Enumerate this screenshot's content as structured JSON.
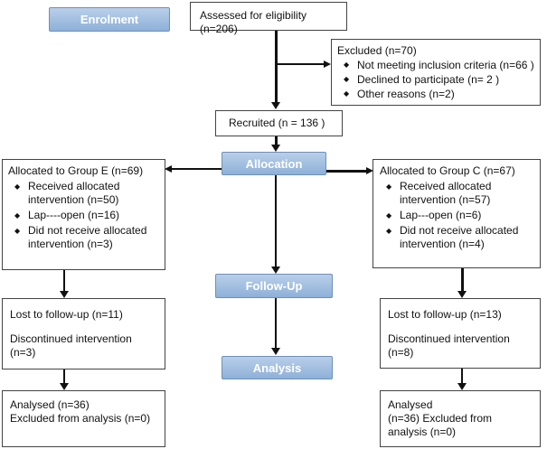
{
  "stages": {
    "enrolment": "Enrolment",
    "allocation": "Allocation",
    "follow_up": "Follow-Up",
    "analysis": "Analysis"
  },
  "assessed": "Assessed for eligibility (n=206)",
  "excluded": {
    "title": "Excluded  (n=70)",
    "items": [
      "Not meeting inclusion criteria (n=66 )",
      "Declined to participate (n= 2 )",
      "Other reasons (n=2)"
    ]
  },
  "recruited": "Recruited  (n = 136 )",
  "group_e": {
    "allocated": {
      "title": "Allocated to Group E (n=69)",
      "items": [
        "Received allocated intervention (n=50)",
        "Lap----open (n=16)",
        "Did not receive allocated intervention (n=3)"
      ]
    },
    "followup": {
      "lost": "Lost to follow-up (n=11)",
      "discontinued": "Discontinued intervention (n=3)"
    },
    "analysis": {
      "analysed": "Analysed  (n=36)",
      "excluded": "Excluded from analysis (n=0)"
    }
  },
  "group_c": {
    "allocated": {
      "title": "Allocated to Group C (n=67)",
      "items": [
        "Received allocated intervention (n=57)",
        "Lap---open (n=6)",
        "Did not receive allocated intervention (n=4)"
      ]
    },
    "followup": {
      "lost": "Lost to follow-up (n=13)",
      "discontinued": "Discontinued intervention (n=8)"
    },
    "analysis": {
      "analysed": "Analysed",
      "detail": "(n=36)     Excluded from analysis (n=0)"
    }
  }
}
